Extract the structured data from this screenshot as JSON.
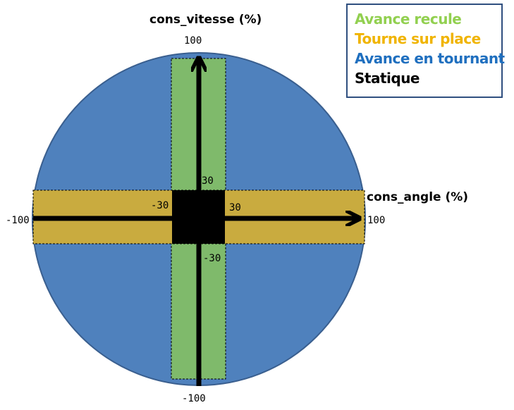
{
  "axes": {
    "y_title": "cons_vitesse  (%)",
    "x_title": "cons_angle  (%)",
    "y_max_label": "100",
    "y_min_label": "-100",
    "x_max_label": "100",
    "x_min_label": "-100",
    "inner_top_label": "30",
    "inner_bottom_label": "-30",
    "inner_right_label": "30",
    "inner_left_label": "-30"
  },
  "legend": {
    "items": [
      {
        "label": "Avance  recule",
        "color": "#92d050"
      },
      {
        "label": "Tourne  sur place",
        "color": "#f0b400"
      },
      {
        "label": "Avance  en tournant",
        "color": "#1f6fbf"
      },
      {
        "label": "Statique",
        "color": "#000000"
      }
    ]
  },
  "colors": {
    "circle_fill": "#4f81bd",
    "circle_stroke": "#3a5f8f",
    "vertical_band": "#7fba6b",
    "horizontal_band": "#c9ab3f",
    "center_square": "#000000"
  }
}
